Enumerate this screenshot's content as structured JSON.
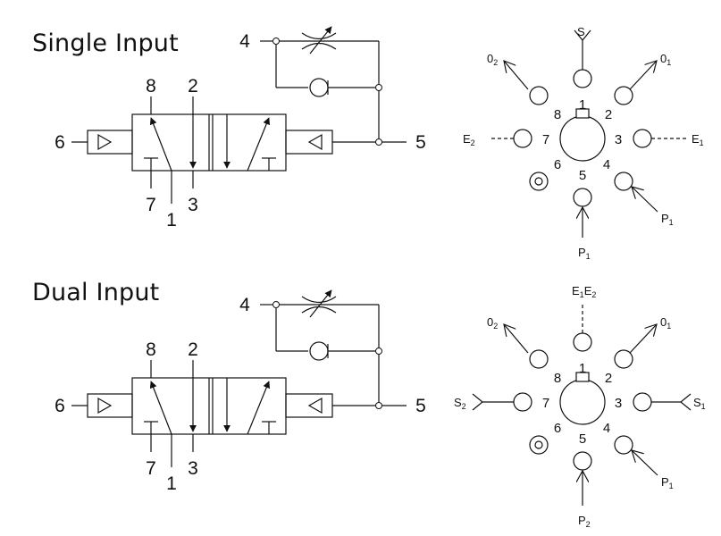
{
  "sections": [
    {
      "title": "Single Input",
      "valve": {
        "ports": {
          "p8": "8",
          "p2": "2",
          "p6": "6",
          "p7": "7",
          "p1": "1",
          "p3": "3",
          "p4": "4",
          "p5": "5"
        }
      },
      "pinout": {
        "pins": {
          "n1": "1",
          "n2": "2",
          "n3": "3",
          "n4": "4",
          "n5": "5",
          "n6": "6",
          "n7": "7",
          "n8": "8"
        },
        "signals": {
          "top": {
            "main": "S",
            "sub": ""
          },
          "upper_left": {
            "main": "0",
            "sub": "2"
          },
          "upper_right": {
            "main": "0",
            "sub": "1"
          },
          "left": {
            "main": "E",
            "sub": "2"
          },
          "right": {
            "main": "E",
            "sub": "1"
          },
          "bottom": {
            "main": "P",
            "sub": "1"
          },
          "lower_right": {
            "main": "P",
            "sub": "1"
          }
        }
      }
    },
    {
      "title": "Dual Input",
      "valve": {
        "ports": {
          "p8": "8",
          "p2": "2",
          "p6": "6",
          "p7": "7",
          "p1": "1",
          "p3": "3",
          "p4": "4",
          "p5": "5"
        }
      },
      "pinout": {
        "pins": {
          "n1": "1",
          "n2": "2",
          "n3": "3",
          "n4": "4",
          "n5": "5",
          "n6": "6",
          "n7": "7",
          "n8": "8"
        },
        "signals": {
          "top": {
            "main": "E",
            "sub": "1",
            "main2": "E",
            "sub2": "2"
          },
          "upper_left": {
            "main": "0",
            "sub": "2"
          },
          "upper_right": {
            "main": "0",
            "sub": "1"
          },
          "left": {
            "main": "S",
            "sub": "2"
          },
          "right": {
            "main": "S",
            "sub": "1"
          },
          "bottom": {
            "main": "P",
            "sub": "2"
          },
          "lower_right": {
            "main": "P",
            "sub": "1"
          }
        }
      }
    }
  ]
}
